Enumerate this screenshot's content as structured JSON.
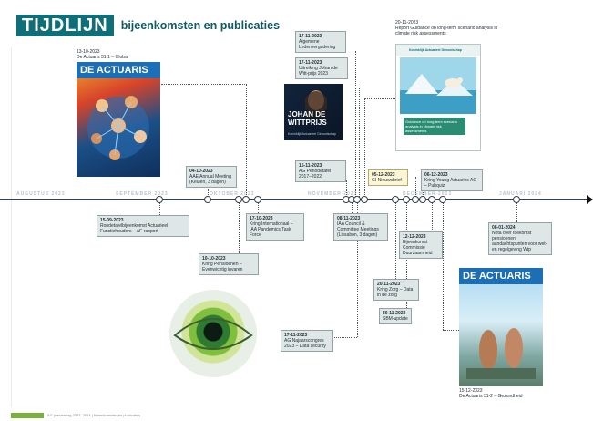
{
  "header": {
    "title_main": "TIJDLIJN",
    "title_sub": "bijeenkomsten en publicaties"
  },
  "months": [
    "AUGUSTUS 2023",
    "SEPTEMBER 2023",
    "OKTOBER 2023",
    "NOVEMBER 2023",
    "DECEMBER 2023",
    "JANUARI 2024"
  ],
  "events": {
    "e1": {
      "date": "15-09-2023",
      "text": "Rondetafelbijeenkomst Actuarieel Functiehouders – AF-rapport"
    },
    "e2": {
      "date": "04-10-2023",
      "text": "AAE Annual Meeting (Keulen, 3 dagen)"
    },
    "e3": {
      "date": "10-10-2023",
      "text": "Kring Pensioenen – Evenwichtig invaren"
    },
    "e4": {
      "date": "17-10-2023",
      "text": "Kring Internationaal – IAA Pandemics Task Force"
    },
    "e5": {
      "date": "15-11-2023",
      "text": "AG Periodetafel 2017–2022"
    },
    "e6": {
      "date": "08-11-2023",
      "text": "IAA Council & Committee Meetings (Lissabon, 3 dagen)"
    },
    "e7": {
      "date": "17-11-2023",
      "text": "Algemene Ledenvergadering"
    },
    "e8": {
      "date": "17-11-2023",
      "text": "Uitreiking Johan de Witt-prijs 2023"
    },
    "e9": {
      "date": "17-11-2023",
      "text": "AG Najaarscongres 2023 – Data security"
    },
    "e10": {
      "date": "20-11-2023",
      "text": "Kring Zorg – Data in de zorg"
    },
    "e11": {
      "date": "30-11-2023",
      "text": "SBM-update"
    },
    "e12": {
      "date": "05-12-2023",
      "text": "GI Nieuwsbrief"
    },
    "e13": {
      "date": "06-12-2023",
      "text": "Kring Young Actuaries AG – Pubquiz"
    },
    "e14": {
      "date": "12-12-2023",
      "text": "Bijeenkomst Commissie Duurzaamheid"
    },
    "e15": {
      "date": "08-01-2024",
      "text": "Nota over toekomst pensioenen: aandachtspunten voor wet- en regelgeving Wtp"
    }
  },
  "publications": {
    "p1": {
      "date": "13-10-2023",
      "text": "De Actuaris 31-1 – Global",
      "cover_title": "DE ACTUARIS"
    },
    "p2": {
      "date": "20-11-2023",
      "text": "Report Guidance on long-term scenario analysis in climate risk assessments",
      "cover_org": "Koninklijk Actuarieel Genootschap",
      "cover_text": "Guidance on long-term scenario analysis in climate risk assessments"
    },
    "p3": {
      "date": "15-12-2023",
      "text": "De Actuaris 31-2 – Gezondheid",
      "cover_title": "DE ACTUARIS"
    },
    "johan": {
      "line1": "JOHAN DE",
      "line2": "WITTPRIJS",
      "org": "Koninklijk Actuarieel Genootschap"
    }
  },
  "footer": {
    "text": "AG jaarverslag 2023–2024 | bijeenkomsten en publicaties"
  },
  "colors": {
    "accent": "#0f6e78",
    "box_fill": "#dfe6e6",
    "box_highlight": "#fdf6d6",
    "footer_green": "#7ab03c"
  }
}
